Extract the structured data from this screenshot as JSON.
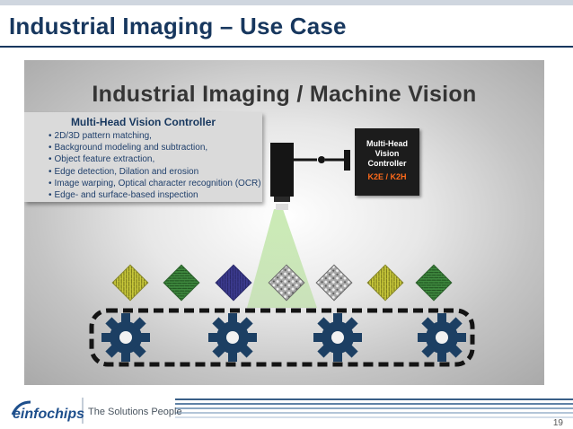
{
  "slide": {
    "title": "Industrial Imaging – Use Case",
    "page_number": "19"
  },
  "figure": {
    "title": "Industrial Imaging / Machine Vision",
    "info_box": {
      "heading": "Multi-Head Vision Controller",
      "items": [
        "2D/3D pattern matching,",
        "Background modeling and subtraction,",
        "Object feature extraction,",
        "Edge detection, Dilation and erosion",
        "Image warping, Optical character recognition (OCR)",
        "Edge- and surface-based inspection"
      ]
    },
    "controller": {
      "label_line1": "Multi-Head",
      "label_line2": "Vision Controller",
      "model": "K2E / K2H"
    }
  },
  "footer": {
    "logo_text": "einfochips",
    "tagline": "The Solutions People"
  },
  "colors": {
    "title_blue": "#17375e",
    "item_yellow": "#c9c93a",
    "item_green": "#3f8a3f",
    "item_purple": "#3c3b8f",
    "item_grey": "#9c9c9c",
    "gear_blue": "#1c3f63",
    "controller_accent": "#ff6a1a"
  }
}
